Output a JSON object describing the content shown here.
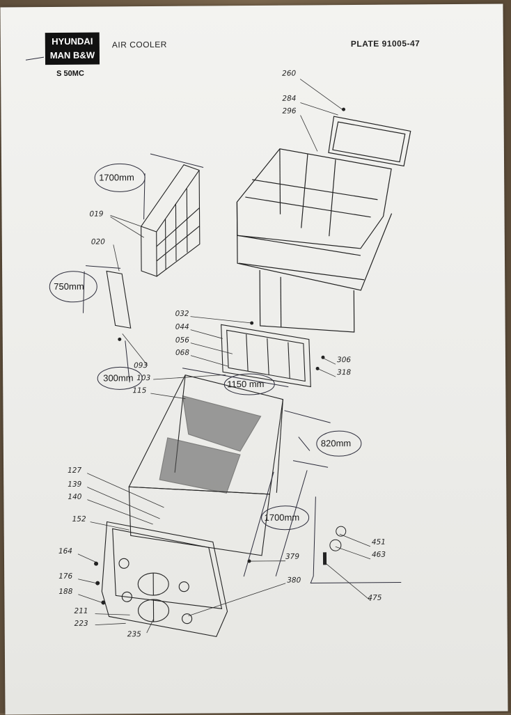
{
  "header": {
    "logo_line1": "HYUNDAI",
    "logo_line2": "MAN B&W",
    "model": "S 50MC",
    "title": "AIR COOLER",
    "plate": "PLATE 91005-47"
  },
  "part_numbers": [
    "260",
    "284",
    "296",
    "019",
    "020",
    "032",
    "044",
    "056",
    "068",
    "093",
    "103",
    "115",
    "127",
    "139",
    "140",
    "152",
    "164",
    "176",
    "188",
    "211",
    "223",
    "235",
    "306",
    "318",
    "379",
    "380",
    "451",
    "463",
    "475"
  ],
  "dimensions": [
    "1700mm",
    "750mm",
    "300mm",
    "1150 mm",
    "820mm",
    "1700mm"
  ],
  "colors": {
    "ink": "#222222",
    "pencil": "#2b2b3a",
    "paper": "#f0f0ec"
  }
}
